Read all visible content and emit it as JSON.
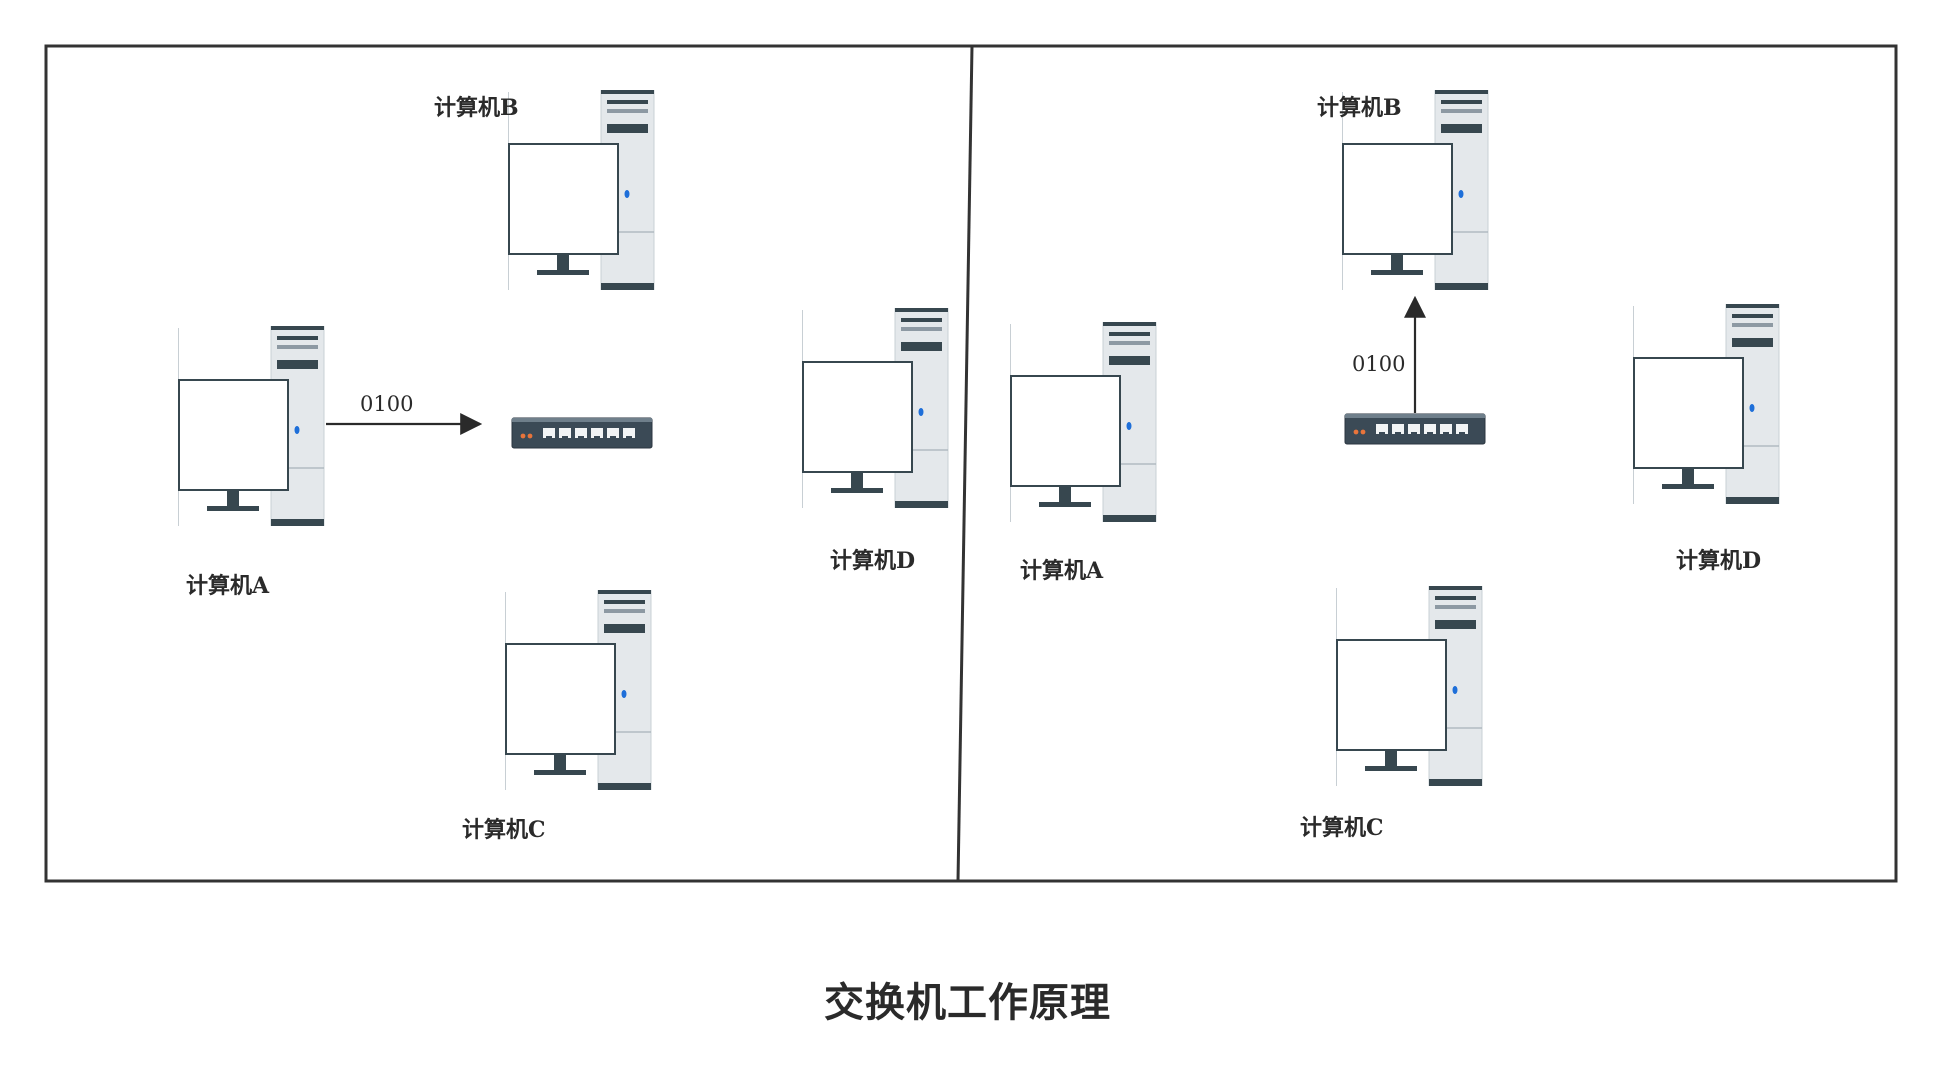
{
  "diagram": {
    "caption": "交换机工作原理",
    "left_panel": {
      "computer_a_label": "计算机A",
      "computer_b_label": "计算机B",
      "computer_c_label": "计算机C",
      "computer_d_label": "计算机D",
      "packet_label": "0100",
      "switch_icon": "network-switch-icon",
      "computer_icon": "desktop-computer-icon"
    },
    "right_panel": {
      "computer_a_label": "计算机A",
      "computer_b_label": "计算机B",
      "computer_c_label": "计算机C",
      "computer_d_label": "计算机D",
      "packet_label": "0100",
      "switch_icon": "network-switch-icon",
      "computer_icon": "desktop-computer-icon"
    },
    "colors": {
      "frame": "#333333",
      "tower_body": "#e4e8eb",
      "tower_dark": "#37474f",
      "led_blue": "#1e6fd9",
      "led_orange": "#e8743b",
      "switch_body": "#3b4a56"
    }
  }
}
